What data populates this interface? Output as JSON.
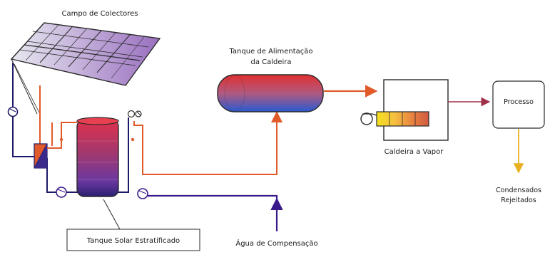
{
  "labels": {
    "collector_field": "Campo de Colectores",
    "feed_tank_line1": "Tanque de Alimentação",
    "feed_tank_line2": "da Caldeira",
    "boiler": "Caldeira a Vapor",
    "process": "Processo",
    "condensate_line1": "Condensados",
    "condensate_line2": "Rejeitados",
    "stratified_tank": "Tanque Solar Estratificado",
    "makeup_water": "Água de Compensação"
  },
  "colors": {
    "solar_loop": "#1e1a6b",
    "hot_line": "#e05a2a",
    "makeup_line": "#3a1a8a",
    "condensate_line": "#e8b020",
    "steam_line": "#a0304a",
    "outline": "#2a2a2a"
  },
  "icons": {
    "pump": "pump-icon",
    "valve": "valve-icon",
    "heat_exchanger": "heat-exchanger-icon",
    "burner": "burner-icon"
  }
}
